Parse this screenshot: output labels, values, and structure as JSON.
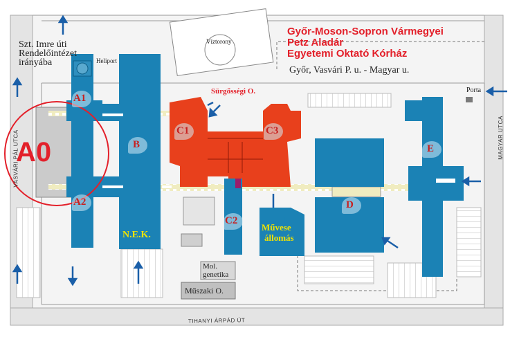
{
  "header": {
    "line1": "Győr-Moson-Sopron Vármegyei",
    "line2": "Petz Aladár",
    "line3": "Egyetemi Oktató Kórház",
    "address": "Győr, Vasvári P. u. - Magyar u."
  },
  "direction_label": {
    "line1": "Szt. Imre úti",
    "line2": "Rendelőintézet",
    "line3": "irányába"
  },
  "landmarks": {
    "heliport": "Heliport",
    "water_tower": "Víztorony",
    "emergency": "Sürgősségi O.",
    "porta": "Porta",
    "mol_genetika_1": "Mol.",
    "mol_genetika_2": "genetika",
    "muszaki": "Műszaki O.",
    "muvese_1": "Művese",
    "muvese_2": "állomás",
    "nek": "N.E.K."
  },
  "streets": {
    "vasvari": "VASVÁRI PÁL UTCA",
    "magyar": "MAGYAR UTCA",
    "tihanyi": "TIHANYI ÁRPÁD ÚT"
  },
  "buildings": {
    "a0": "A0",
    "a1": "A1",
    "a2": "A2",
    "b": "B",
    "c1": "C1",
    "c2": "C2",
    "c3": "C3",
    "d": "D",
    "e": "E"
  },
  "colors": {
    "blue_building": "#1b82b5",
    "red_building": "#e8401c",
    "highlight_red": "#e3202a",
    "yellow_text": "#f2e300",
    "corridor": "#f0ecc0"
  }
}
